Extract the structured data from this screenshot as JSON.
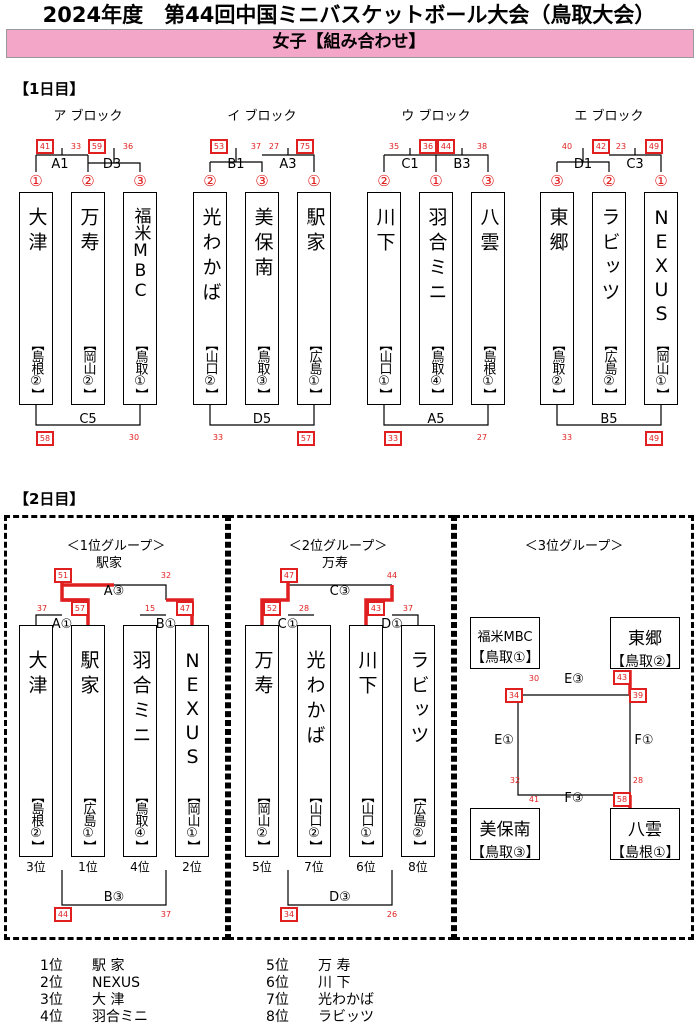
{
  "title": "2024年度　第44回中国ミニバスケットボール大会（鳥取大会）",
  "subtitle": "女子【組み合わせ】",
  "day1": {
    "label": "【1日目】",
    "blocks": [
      {
        "title": "ア ブロック",
        "teams": [
          {
            "seed": "①",
            "name": "大津",
            "pref": "【島根②】"
          },
          {
            "seed": "②",
            "name": "万寿",
            "pref": "【岡山②】"
          },
          {
            "seed": "③",
            "name": "福米MBC",
            "pref": "【鳥取①】"
          }
        ],
        "match1": "A1",
        "match2": "D3",
        "match3": "C5",
        "s1": "41",
        "s2": "59",
        "s3": "33",
        "s4": "36",
        "s5": "58",
        "s6": "30"
      },
      {
        "title": "イ ブロック",
        "teams": [
          {
            "seed": "②",
            "name": "光わかば",
            "pref": "【山口②】"
          },
          {
            "seed": "③",
            "name": "美保南",
            "pref": "【鳥取③】"
          },
          {
            "seed": "①",
            "name": "駅家",
            "pref": "【広島①】"
          }
        ],
        "match1": "B1",
        "match2": "A3",
        "match3": "D5",
        "s1": "53",
        "s2": "37",
        "s3": "27",
        "s4": "75",
        "s5": "33",
        "s6": "57"
      },
      {
        "title": "ウ ブロック",
        "teams": [
          {
            "seed": "②",
            "name": "川下",
            "pref": "【山口①】"
          },
          {
            "seed": "①",
            "name": "羽合ミニ",
            "pref": "【鳥取④】"
          },
          {
            "seed": "③",
            "name": "八雲",
            "pref": "【島根①】"
          }
        ],
        "match1": "C1",
        "match2": "B3",
        "match3": "A5",
        "s1": "35",
        "s2": "36",
        "s3": "44",
        "s4": "38",
        "s5": "33",
        "s6": "27"
      },
      {
        "title": "エ ブロック",
        "teams": [
          {
            "seed": "③",
            "name": "東郷",
            "pref": "【鳥取②】"
          },
          {
            "seed": "②",
            "name": "ラビッツ",
            "pref": "【広島②】"
          },
          {
            "seed": "①",
            "name": "NEXUS",
            "pref": "【岡山①】"
          }
        ],
        "match1": "D1",
        "match2": "C3",
        "match3": "B5",
        "s1": "40",
        "s2": "42",
        "s3": "23",
        "s4": "49",
        "s5": "33",
        "s6": "49"
      }
    ]
  },
  "day2": {
    "label": "【2日目】",
    "group1": {
      "title": "＜1位グループ＞",
      "winner": "駅家",
      "final": "A③",
      "semi1": "A①",
      "semi2": "B①",
      "third": "B③",
      "teams": [
        {
          "name": "大津",
          "pref": "【島根②】",
          "rank": "3位"
        },
        {
          "name": "駅家",
          "pref": "【広島①】",
          "rank": "1位"
        },
        {
          "name": "羽合ミニ",
          "pref": "【鳥取④】",
          "rank": "4位"
        },
        {
          "name": "NEXUS",
          "pref": "【岡山①】",
          "rank": "2位"
        }
      ],
      "scores": {
        "f1": "51",
        "f2": "32",
        "a1": "37",
        "a2": "57",
        "b1": "15",
        "b2": "47",
        "t1": "44",
        "t2": "37"
      }
    },
    "group2": {
      "title": "＜2位グループ＞",
      "winner": "万寿",
      "final": "C③",
      "semi1": "C①",
      "semi2": "D①",
      "third": "D③",
      "teams": [
        {
          "name": "万寿",
          "pref": "【岡山②】",
          "rank": "5位"
        },
        {
          "name": "光わかば",
          "pref": "【山口②】",
          "rank": "7位"
        },
        {
          "name": "川下",
          "pref": "【山口①】",
          "rank": "6位"
        },
        {
          "name": "ラビッツ",
          "pref": "【広島②】",
          "rank": "8位"
        }
      ],
      "scores": {
        "f1": "47",
        "f2": "44",
        "a1": "52",
        "a2": "28",
        "b1": "43",
        "b2": "37",
        "t1": "34",
        "t2": "26"
      }
    },
    "group3": {
      "title": "＜3位グループ＞",
      "teams": [
        {
          "name": "福米MBC",
          "pref": "【鳥取①】"
        },
        {
          "name": "東郷",
          "pref": "【鳥取②】"
        },
        {
          "name": "美保南",
          "pref": "【鳥取③】"
        },
        {
          "name": "八雲",
          "pref": "【島根①】"
        }
      ],
      "match_top": "E③",
      "match_left": "E①",
      "match_right": "F①",
      "match_bottom": "F③",
      "scores": {
        "t1": "30",
        "t2": "43",
        "l1": "34",
        "r1": "39",
        "l2": "32",
        "r2": "28",
        "b1": "41",
        "b2": "58"
      }
    }
  },
  "final_ranking": [
    {
      "pos": "1位",
      "team": "駅 家"
    },
    {
      "pos": "2位",
      "team": "NEXUS"
    },
    {
      "pos": "3位",
      "team": "大 津"
    },
    {
      "pos": "4位",
      "team": "羽合ミニ"
    },
    {
      "pos": "5位",
      "team": "万 寿"
    },
    {
      "pos": "6位",
      "team": "川 下"
    },
    {
      "pos": "7位",
      "team": "光わかば"
    },
    {
      "pos": "8位",
      "team": "ラビッツ"
    }
  ],
  "colors": {
    "accent": "#e02020",
    "subtitle_bg": "#f3a6c8"
  }
}
